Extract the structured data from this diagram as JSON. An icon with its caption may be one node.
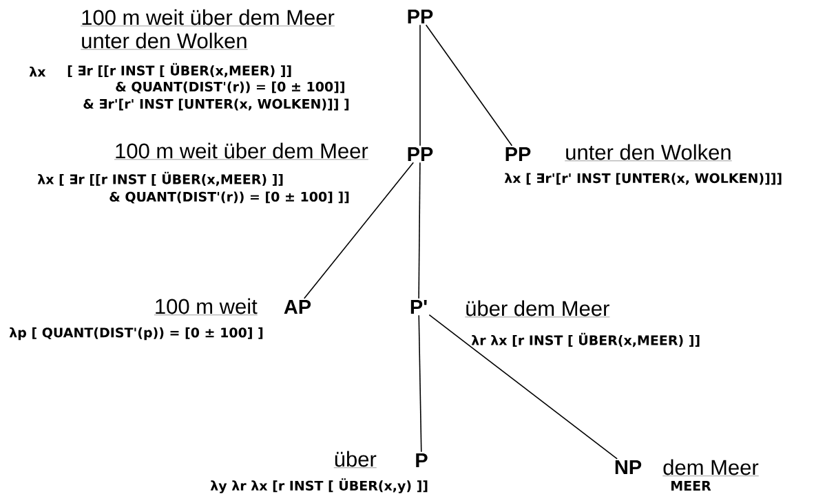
{
  "diagram": {
    "nodes": [
      {
        "text": [
          "PP"
        ],
        "beside": [
          "100 m weit über dem Meer",
          "unter den Wolken",
          "λx",
          "[ ∃r [[r INST [ ÜBER(x,MEER) ]]",
          "& QUANT(DIST'(r)) = [0 ± 100]]",
          "& ∃r'[r' INST [UNTER(x, WOLKEN)]] ]"
        ]
      },
      {
        "text": [
          "PP"
        ],
        "beside": [
          "100 m weit über dem Meer",
          "λx  [ ∃r [[r INST [ ÜBER(x,MEER) ]]",
          "& QUANT(DIST'(r)) = [0 ± 100] ]]"
        ]
      },
      {
        "text": [
          "PP"
        ],
        "beside": [
          "unter den Wolken",
          "λx [ ∃r'[r' INST [UNTER(x, WOLKEN)]]]"
        ]
      },
      {
        "text": [
          "AP"
        ],
        "beside": [
          "100 m weit",
          "λp [ QUANT(DIST'(p)) = [0 ± 100] ]"
        ]
      },
      {
        "text": [
          "P'"
        ],
        "beside": [
          "über dem Meer",
          "λr λx [r INST [ ÜBER(x,MEER) ]]"
        ]
      },
      {
        "text": [
          "P"
        ],
        "beside": [
          "über",
          "λy λr λx  [r INST [ ÜBER(x,y) ]]"
        ]
      },
      {
        "text": [
          "NP"
        ],
        "beside": [
          "dem Meer",
          "MEER"
        ]
      }
    ],
    "edges": [
      {
        "from": 0,
        "to": 1,
        "arrow": "none"
      },
      {
        "from": 0,
        "to": 2,
        "arrow": "none"
      },
      {
        "from": 1,
        "to": 3,
        "arrow": "none"
      },
      {
        "from": 1,
        "to": 4,
        "arrow": "none"
      },
      {
        "from": 4,
        "to": 5,
        "arrow": "none"
      },
      {
        "from": 4,
        "to": 6,
        "arrow": "none"
      }
    ]
  }
}
